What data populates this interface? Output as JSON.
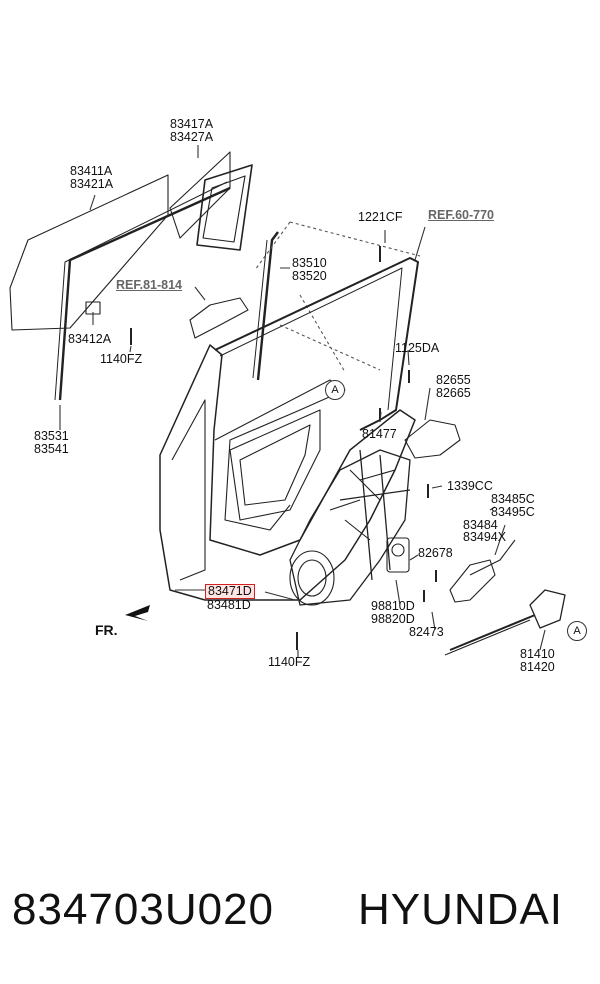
{
  "diagram": {
    "parts": {
      "p83417": [
        "83417A",
        "83427A"
      ],
      "p83411": [
        "83411A",
        "83421A"
      ],
      "p1221": "1221CF",
      "ref6070": "REF.60-770",
      "p83510": [
        "83510",
        "83520"
      ],
      "ref81814": "REF.81-814",
      "p83412": "83412A",
      "p1140a": "1140FZ",
      "p1125": "1125DA",
      "p82655": [
        "82655",
        "82665"
      ],
      "p81477": "81477",
      "p83531": [
        "83531",
        "83541"
      ],
      "p1339": "1339CC",
      "p83485": [
        "83485C",
        "83495C"
      ],
      "p83484": [
        "83484",
        "83494X"
      ],
      "p82678": "82678",
      "p83471": "83471D",
      "p83481": "83481D",
      "p98810": [
        "98810D",
        "98820D"
      ],
      "p82473": "82473",
      "p81410": [
        "81410",
        "81420"
      ],
      "p1140b": "1140FZ",
      "fr": "FR.",
      "markerA": "A"
    },
    "highlight_color": "#d32020"
  },
  "footer": {
    "part_number": "834703U020",
    "brand": "HYUNDAI"
  }
}
